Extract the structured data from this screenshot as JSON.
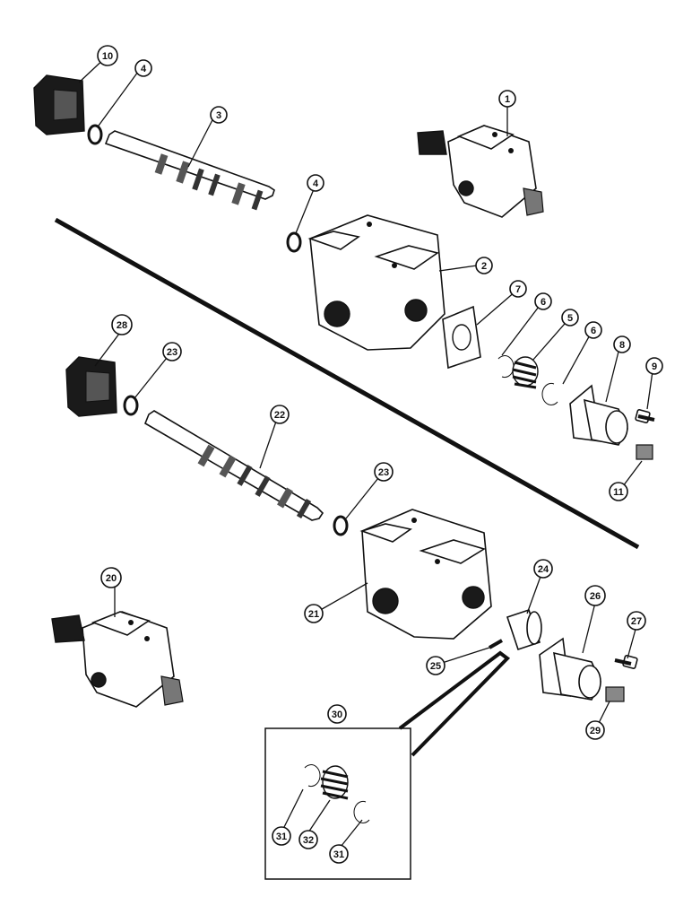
{
  "callouts": {
    "c1": "1",
    "c2": "2",
    "c3": "3",
    "c4a": "4",
    "c4b": "4",
    "c5": "5",
    "c6a": "6",
    "c6b": "6",
    "c7": "7",
    "c8": "8",
    "c9": "9",
    "c10": "10",
    "c11": "11",
    "c20": "20",
    "c21": "21",
    "c22": "22",
    "c23a": "23",
    "c23b": "23",
    "c24": "24",
    "c25": "25",
    "c26": "26",
    "c27": "27",
    "c28": "28",
    "c29": "29",
    "c30": "30",
    "c31a": "31",
    "c31b": "31",
    "c32": "32"
  }
}
